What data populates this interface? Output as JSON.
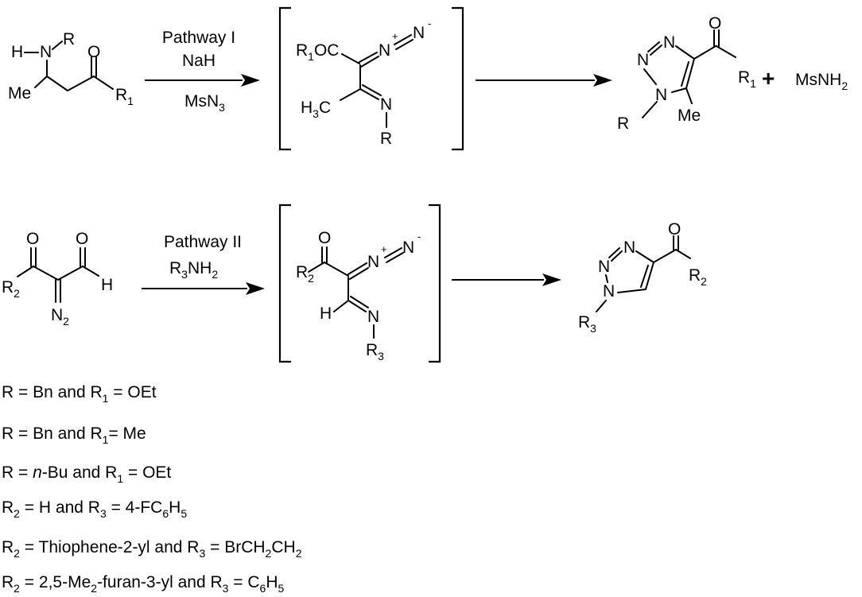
{
  "pathway1": {
    "name": "Pathway I",
    "reagent1": "NaH",
    "reagent2": "MsN",
    "reagent2_sub": "3",
    "byproduct": "MsNH",
    "byproduct_sub": "2",
    "plus": "+"
  },
  "pathway2": {
    "name": "Pathway II",
    "reagent": "R",
    "reagent_sub": "3",
    "reagent_tail": "NH",
    "reagent_tail_sub": "2"
  },
  "atoms": {
    "H": "H",
    "N": "N",
    "R": "R",
    "O": "O",
    "Me": "Me",
    "C": "C",
    "OC": "OC",
    "R1": "R",
    "sub1": "1",
    "sub2": "2",
    "sub3": "3",
    "plus_charge": "+",
    "minus_charge": "-",
    "eq": "=",
    "N2": "N"
  },
  "conditions": [
    {
      "parts": [
        "R = Bn and R",
        "1",
        " = OEt"
      ]
    },
    {
      "parts": [
        "R = Bn and R",
        "1",
        "= Me"
      ]
    },
    {
      "pre": "R = ",
      "italic": "n",
      "parts": [
        "-Bu and R",
        "1",
        " = OEt"
      ]
    },
    {
      "parts": [
        "R",
        "2",
        " = H and R",
        "3",
        " = 4-FC",
        "6",
        "H",
        "5"
      ]
    },
    {
      "parts": [
        "R",
        "2",
        " = Thiophene-2-yl and R",
        "3",
        " = BrCH",
        "2",
        "CH",
        "2"
      ]
    },
    {
      "parts": [
        "R",
        "2",
        " = 2,5-Me",
        "2",
        "-furan-3-yl and R",
        "3",
        " = C",
        "6",
        "H",
        "5"
      ]
    }
  ]
}
